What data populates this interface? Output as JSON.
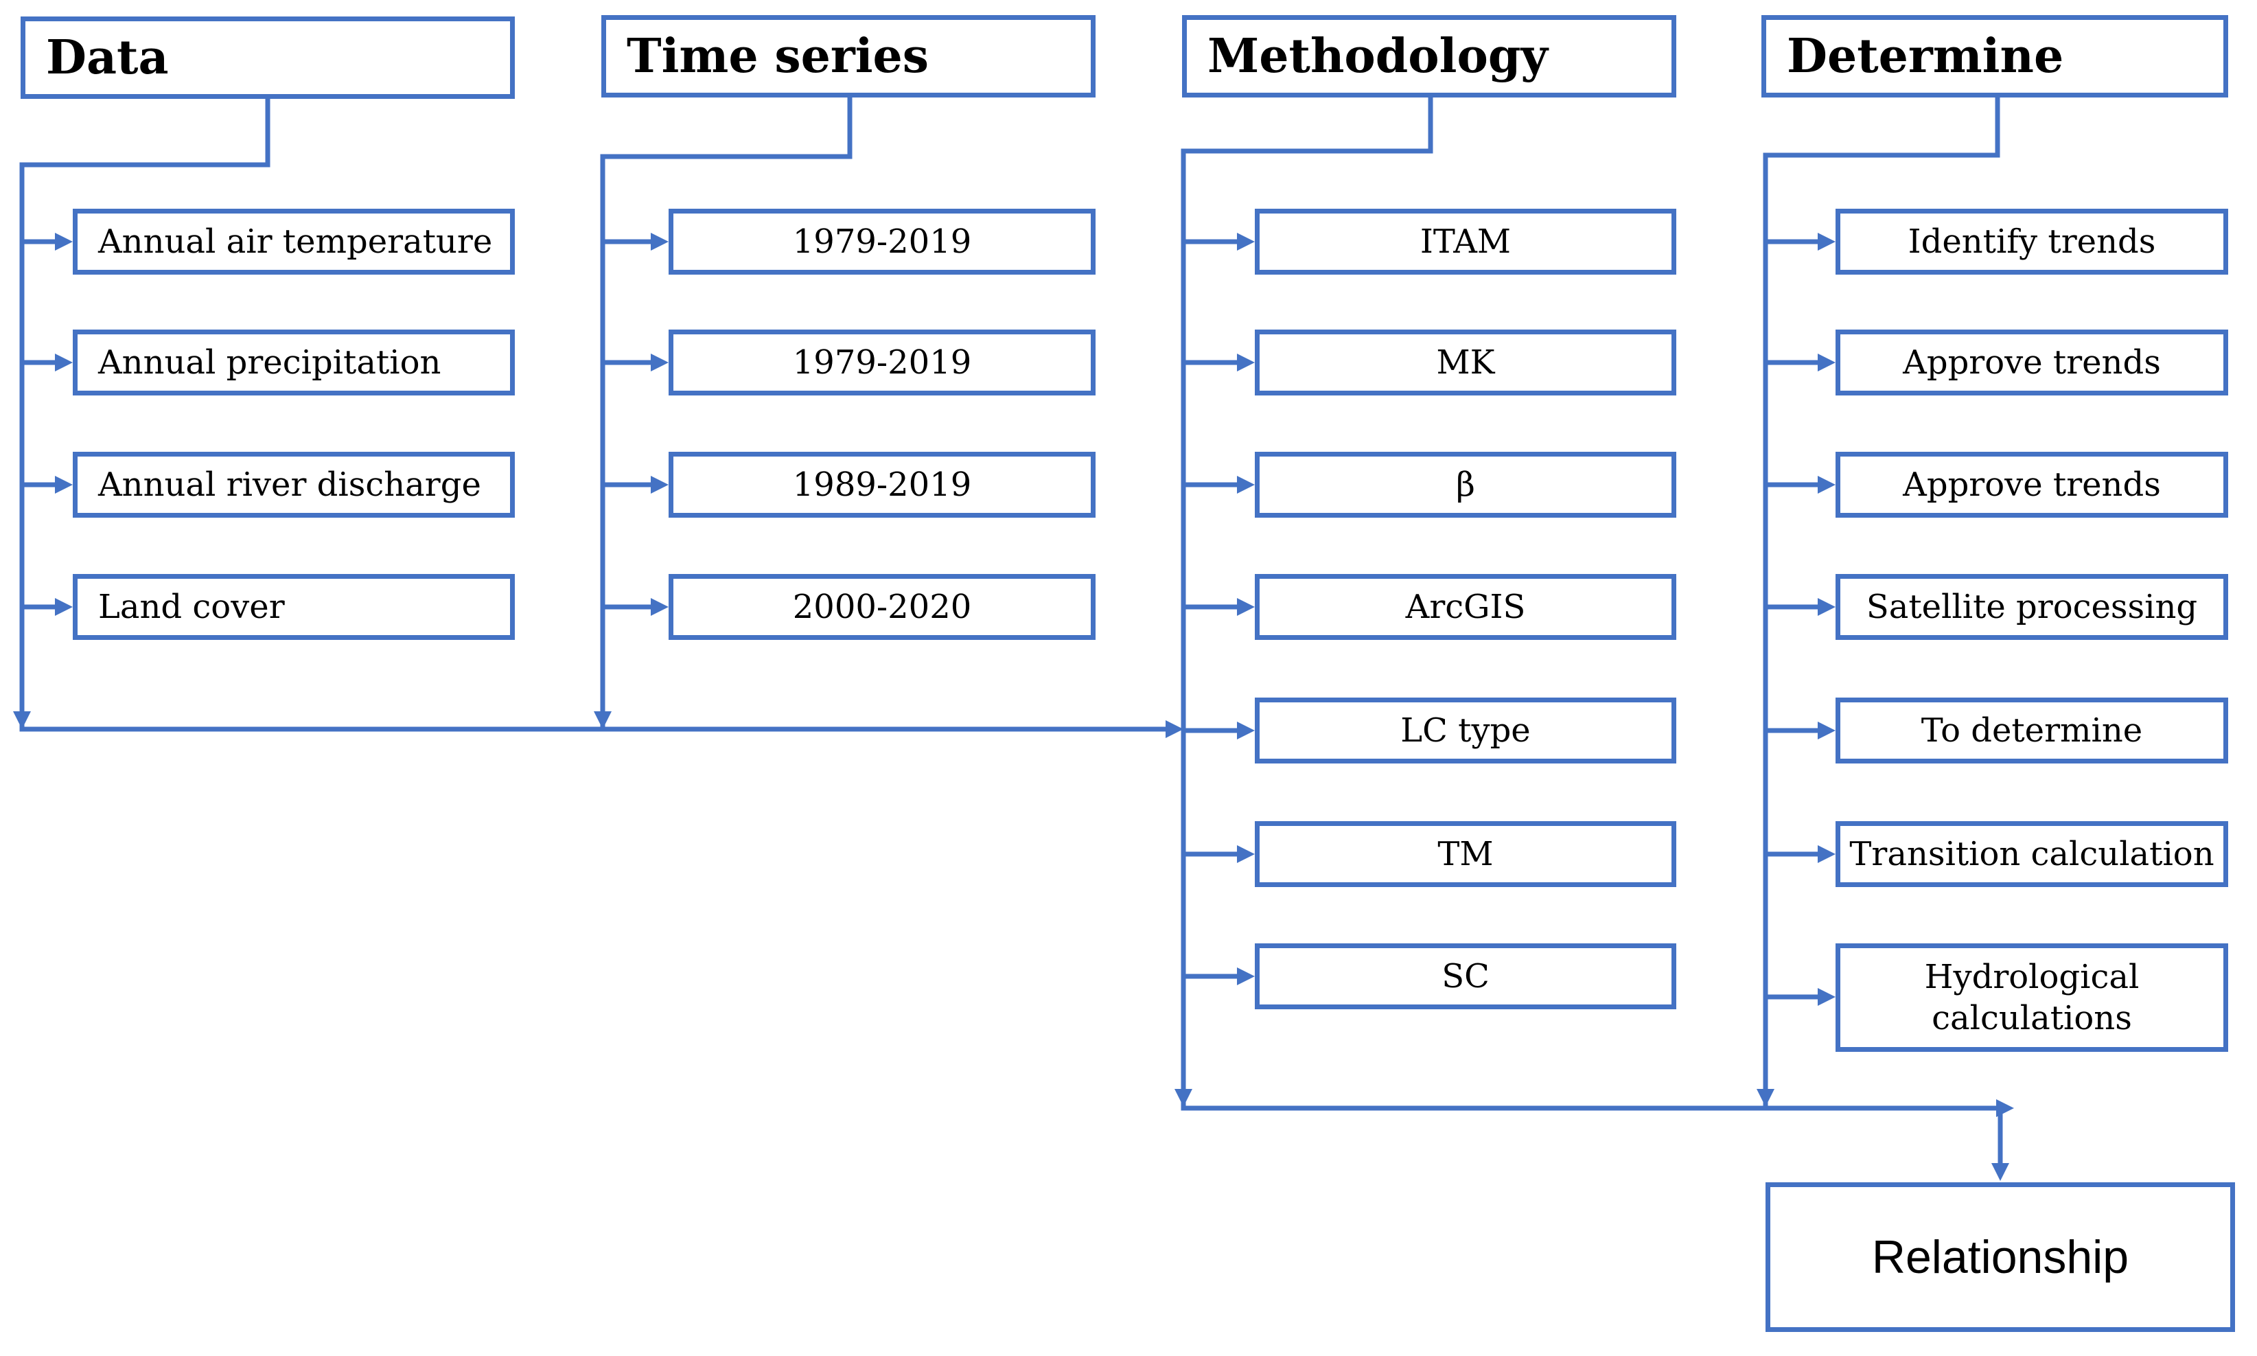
{
  "colors": {
    "line": "#4472C4",
    "text": "#000000",
    "background": "#ffffff"
  },
  "columns": {
    "data": {
      "header": "Data",
      "items": [
        "Annual air temperature",
        "Annual precipitation",
        "Annual river discharge",
        "Land cover"
      ]
    },
    "time_series": {
      "header": "Time series",
      "items": [
        "1979-2019",
        "1979-2019",
        "1989-2019",
        "2000-2020"
      ]
    },
    "methodology": {
      "header": "Methodology",
      "items": [
        "ITAM",
        "MK",
        "β",
        "ArcGIS",
        "LC type",
        "TM",
        "SC"
      ]
    },
    "determine": {
      "header": "Determine",
      "items": [
        "Identify trends",
        "Approve trends",
        "Approve trends",
        "Satellite processing",
        "To determine",
        "Transition calculation",
        "Hydrological\ncalculations"
      ]
    }
  },
  "result": {
    "label": "Relationship"
  }
}
